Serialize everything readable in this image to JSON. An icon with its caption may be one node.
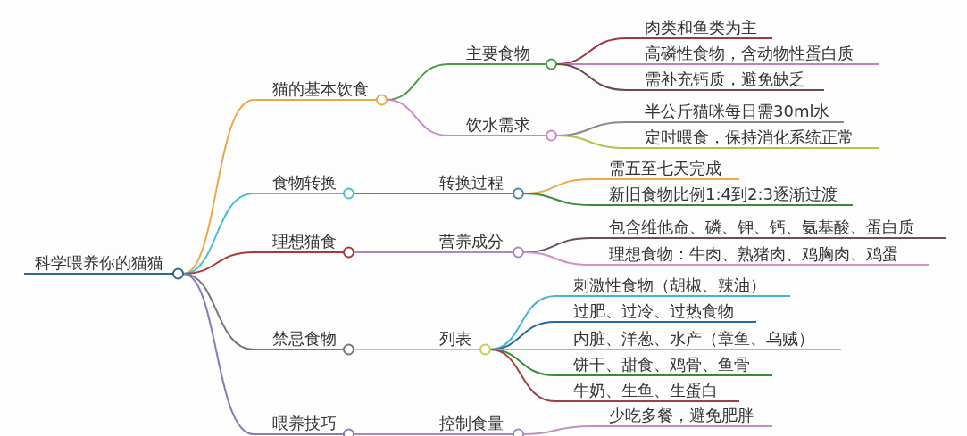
{
  "diagram": {
    "nodes": [
      {
        "text": [
          "科学喂养你的猫猫"
        ]
      },
      {
        "text": [
          "猫的基本饮食"
        ]
      },
      {
        "text": [
          "主要食物"
        ]
      },
      {
        "text": [
          "肉类和鱼类为主"
        ]
      },
      {
        "text": [
          "高磷性食物，含动物性蛋白质"
        ]
      },
      {
        "text": [
          "需补充钙质，避免缺乏"
        ]
      },
      {
        "text": [
          "饮水需求"
        ]
      },
      {
        "text": [
          "半公斤猫咪每日需30ml水"
        ]
      },
      {
        "text": [
          "定时喂食，保持消化系统正常"
        ]
      },
      {
        "text": [
          "食物转换"
        ]
      },
      {
        "text": [
          "转换过程"
        ]
      },
      {
        "text": [
          "需五至七天完成"
        ]
      },
      {
        "text": [
          "新旧食物比例1:4到2:3逐渐过渡"
        ]
      },
      {
        "text": [
          "理想猫食"
        ]
      },
      {
        "text": [
          "营养成分"
        ]
      },
      {
        "text": [
          "包含维他命、磷、钾、钙、氨基酸、蛋白质"
        ]
      },
      {
        "text": [
          "理想食物：牛肉、熟猪肉、鸡胸肉、鸡蛋"
        ]
      },
      {
        "text": [
          "禁忌食物"
        ]
      },
      {
        "text": [
          "列表"
        ]
      },
      {
        "text": [
          "刺激性食物（胡椒、辣油）"
        ]
      },
      {
        "text": [
          "过肥、过冷、过热食物"
        ]
      },
      {
        "text": [
          "内脏、洋葱、水产（章鱼、乌贼）"
        ]
      },
      {
        "text": [
          "饼干、甜食、鸡骨、鱼骨"
        ]
      },
      {
        "text": [
          "牛奶、生鱼、生蛋白"
        ]
      },
      {
        "text": [
          "喂养技巧"
        ]
      },
      {
        "text": [
          "控制食量"
        ]
      },
      {
        "text": [
          "少吃多餐，避免肥胖"
        ]
      }
    ],
    "edges": [
      {
        "from": 0,
        "to": 1,
        "arrow": "none",
        "color": "#e8a94a"
      },
      {
        "from": 1,
        "to": 2,
        "arrow": "none",
        "color": "#4a9a4a"
      },
      {
        "from": 2,
        "to": 3,
        "arrow": "none",
        "color": "#9a3a4a"
      },
      {
        "from": 2,
        "to": 4,
        "arrow": "none",
        "color": "#c080c0"
      },
      {
        "from": 2,
        "to": 5,
        "arrow": "none",
        "color": "#6a4a4a"
      },
      {
        "from": 1,
        "to": 6,
        "arrow": "none",
        "color": "#c98ac9"
      },
      {
        "from": 6,
        "to": 7,
        "arrow": "none",
        "color": "#888888"
      },
      {
        "from": 6,
        "to": 8,
        "arrow": "none",
        "color": "#b8c050"
      },
      {
        "from": 0,
        "to": 9,
        "arrow": "none",
        "color": "#4bbfd0"
      },
      {
        "from": 9,
        "to": 10,
        "arrow": "none",
        "color": "#4a8ab0"
      },
      {
        "from": 10,
        "to": 11,
        "arrow": "none",
        "color": "#e8a94a"
      },
      {
        "from": 10,
        "to": 12,
        "arrow": "none",
        "color": "#3a8a3a"
      },
      {
        "from": 0,
        "to": 13,
        "arrow": "none",
        "color": "#a83a3a"
      },
      {
        "from": 13,
        "to": 14,
        "arrow": "none",
        "color": "#a98ac0"
      },
      {
        "from": 14,
        "to": 15,
        "arrow": "none",
        "color": "#6a5050"
      },
      {
        "from": 14,
        "to": 16,
        "arrow": "none",
        "color": "#d090d0"
      },
      {
        "from": 0,
        "to": 17,
        "arrow": "none",
        "color": "#777777"
      },
      {
        "from": 17,
        "to": 18,
        "arrow": "none",
        "color": "#cccc55"
      },
      {
        "from": 18,
        "to": 19,
        "arrow": "none",
        "color": "#40b8d0"
      },
      {
        "from": 18,
        "to": 20,
        "arrow": "none",
        "color": "#2a6a9a"
      },
      {
        "from": 18,
        "to": 21,
        "arrow": "none",
        "color": "#e0b060"
      },
      {
        "from": 18,
        "to": 22,
        "arrow": "none",
        "color": "#3a8a3a"
      },
      {
        "from": 18,
        "to": 23,
        "arrow": "none",
        "color": "#a04040"
      },
      {
        "from": 0,
        "to": 24,
        "arrow": "none",
        "color": "#8a7ab8"
      },
      {
        "from": 24,
        "to": 25,
        "arrow": "none",
        "color": "#a98ac0"
      },
      {
        "from": 25,
        "to": 26,
        "arrow": "none",
        "color": "#c090c0"
      }
    ]
  }
}
